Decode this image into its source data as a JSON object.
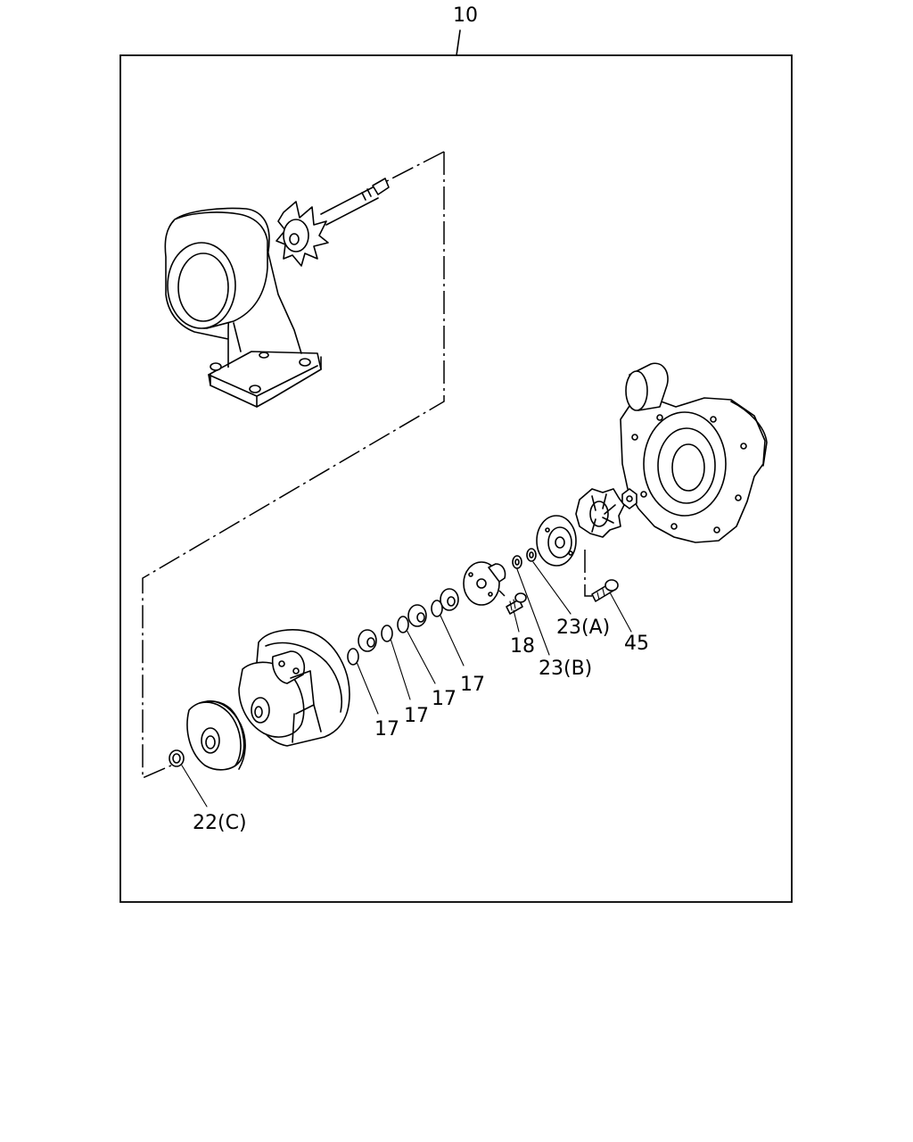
{
  "diagram": {
    "assembly_label": "10",
    "callouts": [
      {
        "key": "22c",
        "text": "22(C)"
      },
      {
        "key": "17a",
        "text": "17"
      },
      {
        "key": "17b",
        "text": "17"
      },
      {
        "key": "17c",
        "text": "17"
      },
      {
        "key": "17d",
        "text": "17"
      },
      {
        "key": "18",
        "text": "18"
      },
      {
        "key": "23b",
        "text": "23(B)"
      },
      {
        "key": "23a",
        "text": "23(A)"
      },
      {
        "key": "45",
        "text": "45"
      }
    ]
  }
}
